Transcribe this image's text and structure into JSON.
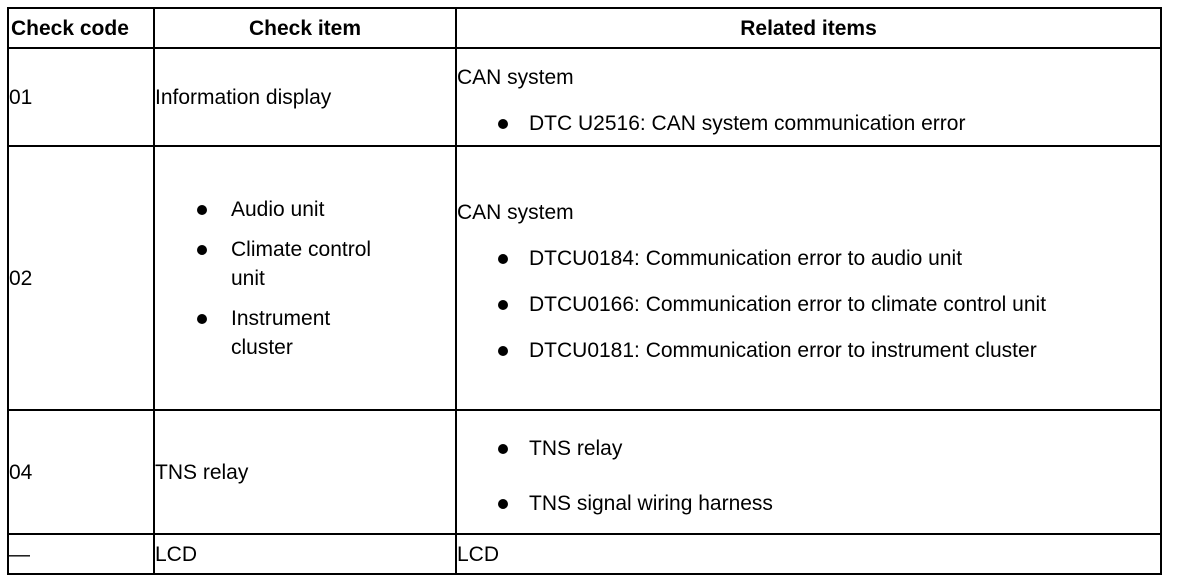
{
  "headers": [
    "Check code",
    "Check item",
    "Related items"
  ],
  "rows": [
    {
      "code": "01",
      "item": "Information display",
      "related_heading": "CAN system",
      "related_bullets": [
        "DTC U2516: CAN system communication error"
      ]
    },
    {
      "code": "02",
      "item_bullets": [
        "Audio unit",
        "Climate control unit",
        "Instrument cluster"
      ],
      "related_heading": "CAN system",
      "related_bullets": [
        "DTCU0184: Communication error to audio unit",
        "DTCU0166: Communication error to climate control unit",
        "DTCU0181: Communication error to instrument cluster"
      ]
    },
    {
      "code": "04",
      "item": "TNS relay",
      "related_bullets": [
        "TNS relay",
        "TNS signal wiring harness"
      ]
    },
    {
      "code": "—",
      "item": "LCD",
      "related_text": "LCD"
    }
  ]
}
